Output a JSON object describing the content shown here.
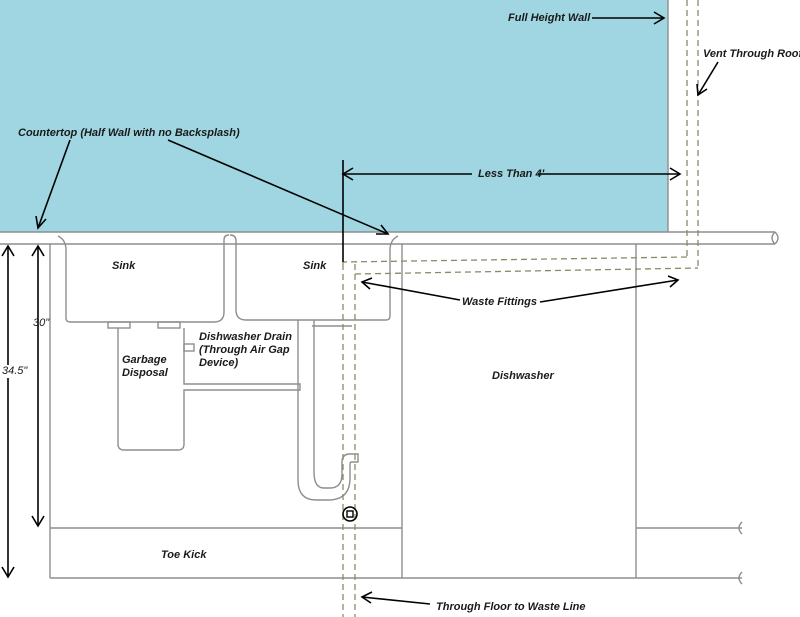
{
  "colors": {
    "wall_fill": "#9fd6e2",
    "outline": "#8e8e8e",
    "pipe": "#8a8a6a",
    "arrow": "#000000",
    "text": "#1a1a1a"
  },
  "labels": {
    "full_height_wall": "Full Height Wall",
    "vent_through_roof": "Vent Through Roof",
    "countertop": "Countertop (Half Wall with no Backsplash)",
    "less_than_4": "Less Than 4'",
    "sink_left": "Sink",
    "sink_right": "Sink",
    "waste_fittings": "Waste Fittings",
    "dishwasher_drain": "Dishwasher Drain (Through Air Gap Device)",
    "garbage_disposal": "Garbage Disposal",
    "dishwasher": "Dishwasher",
    "toe_kick": "Toe Kick",
    "through_floor": "Through Floor to Waste Line"
  },
  "dimensions": {
    "height_30": "30\"",
    "height_34_5": "34.5\""
  }
}
